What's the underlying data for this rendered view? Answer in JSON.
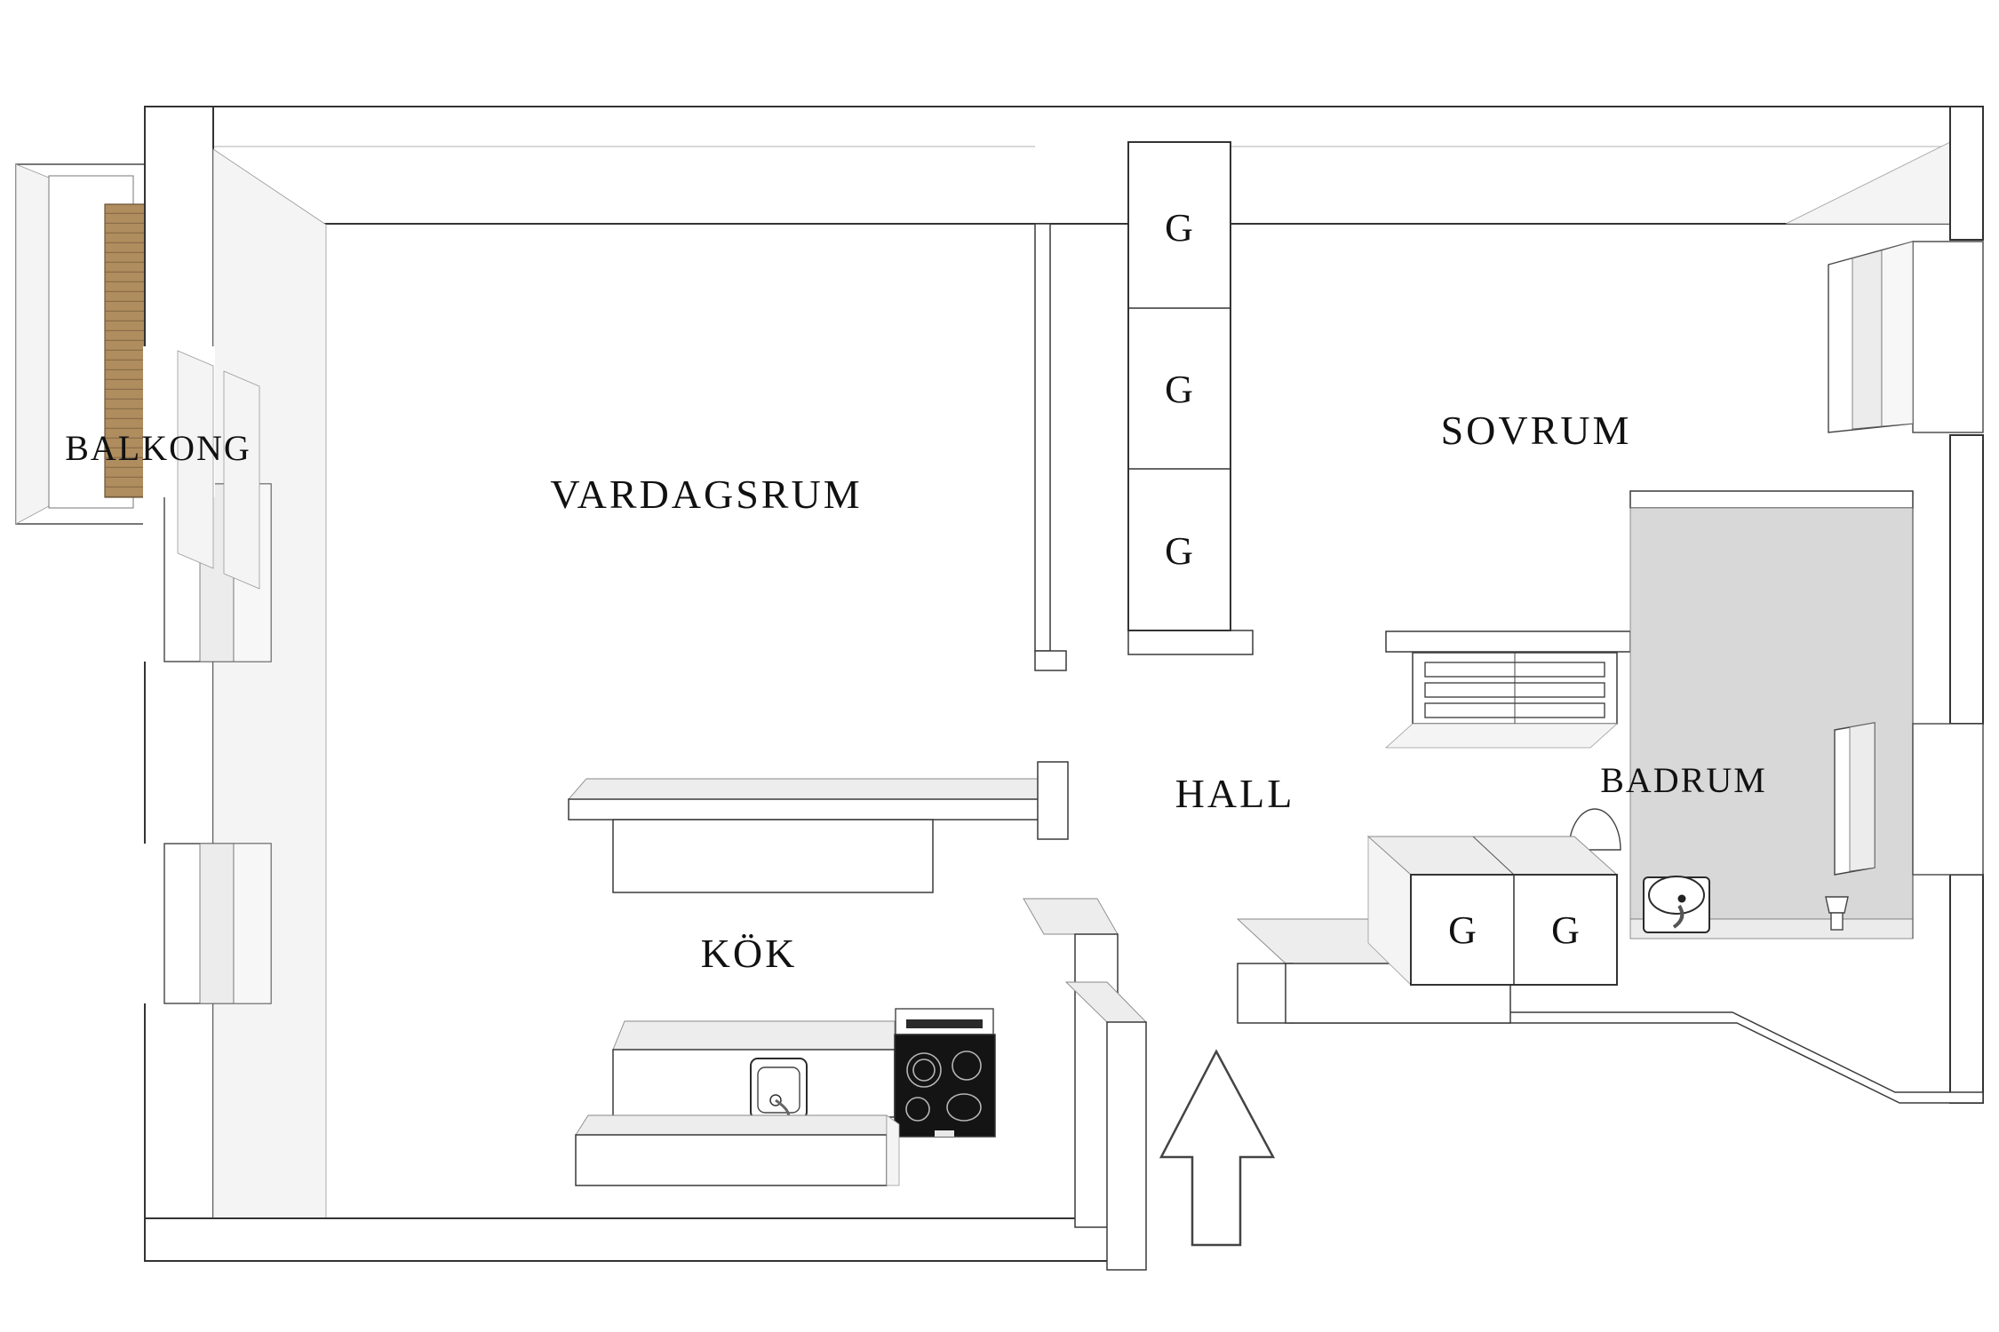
{
  "plan": {
    "type": "apartment-floor-plan",
    "rooms": {
      "balkong": {
        "label": "BALKONG"
      },
      "vardagsrum": {
        "label": "VARDAGSRUM"
      },
      "sovrum": {
        "label": "SOVRUM"
      },
      "hall": {
        "label": "HALL"
      },
      "badrum": {
        "label": "BADRUM"
      },
      "kok": {
        "label": "KÖK"
      }
    },
    "closets": {
      "bedroom_column": {
        "items": [
          {
            "label": "G"
          },
          {
            "label": "G"
          },
          {
            "label": "G"
          }
        ]
      },
      "hall_units": {
        "items": [
          {
            "label": "G"
          },
          {
            "label": "G"
          }
        ]
      }
    },
    "fixtures": {
      "kitchen_sink": "kitchen-sink-icon",
      "stove": "stove-cooktop-icon",
      "bathroom_sink": "bathroom-sink-icon",
      "bathroom_accessory": "toilet-accessory-icon",
      "entrance_arrow": "entrance-direction-arrow",
      "hall_shelf": "slatted-shelf-icon",
      "balcony_door": "balcony-door-icon"
    },
    "colors": {
      "wood": "#b08d5e",
      "wood_line": "#8a6d49",
      "bath_floor": "#d8d8d8",
      "bath_floor_light": "#ebebeb",
      "stove": "#141414",
      "outline": "#333333"
    }
  }
}
